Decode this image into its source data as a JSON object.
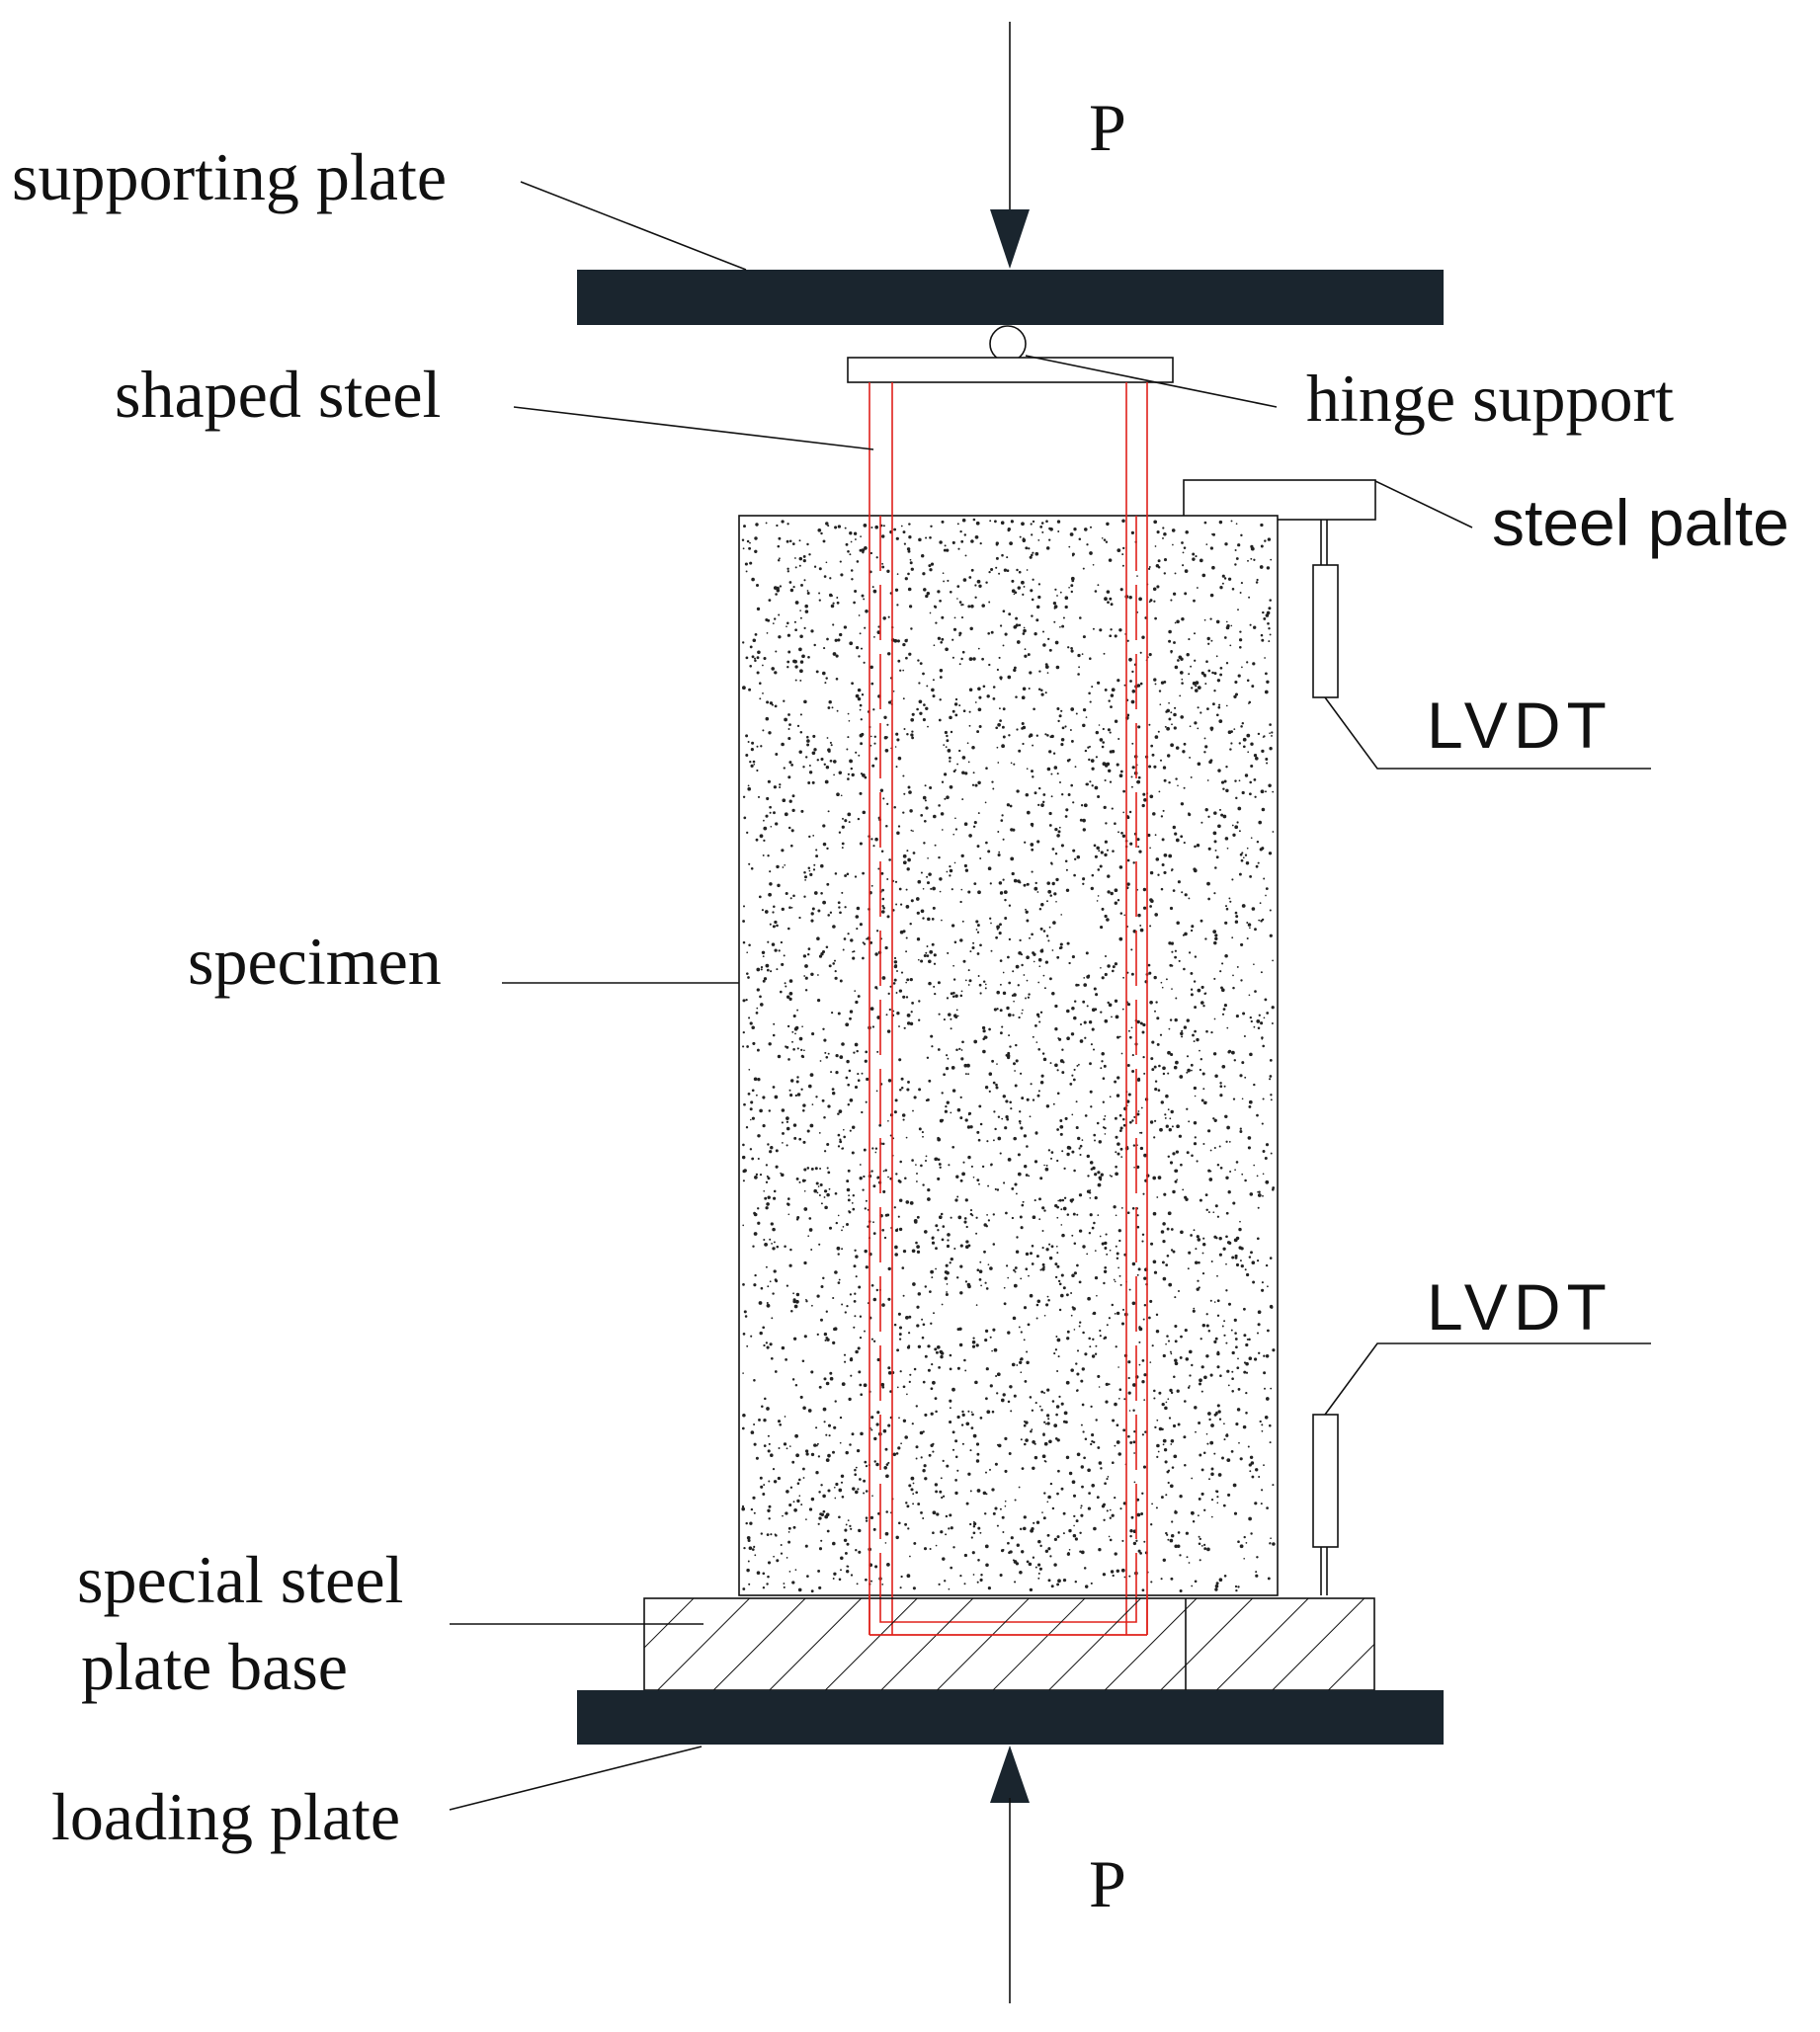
{
  "labels": {
    "load_top": "P",
    "load_bottom": "P",
    "supporting_plate": "supporting plate",
    "shaped_steel": "shaped steel",
    "hinge_support": "hinge support",
    "steel_plate": "steel palte",
    "lvdt_upper": "LVDT",
    "lvdt_lower": "LVDT",
    "specimen": "specimen",
    "base_line1": "special steel",
    "base_line2": "plate base",
    "loading_plate": "loading plate"
  },
  "colors": {
    "plate": "#1a252e",
    "line": "#111111",
    "steel": "#e0201a",
    "speckle": "#222222"
  }
}
